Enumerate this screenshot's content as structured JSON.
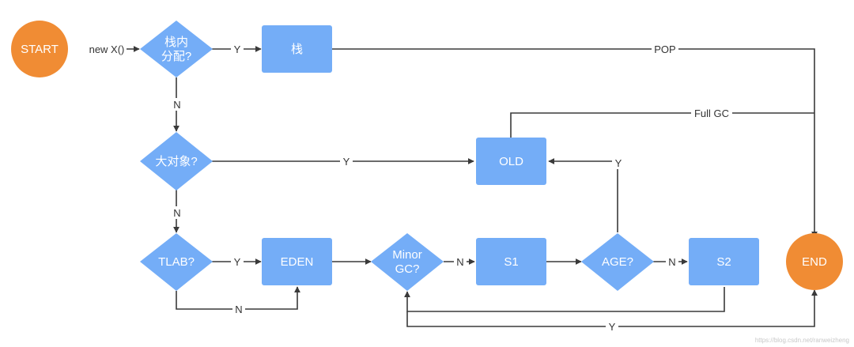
{
  "colors": {
    "terminal": "#F08C34",
    "process": "#74ADF7",
    "decision": "#74ADF7",
    "line": "#3a3a3a",
    "text_on_shape": "#ffffff",
    "label": "#333333"
  },
  "nodes": {
    "start": "START",
    "stack_decision": [
      "栈内",
      "分配?"
    ],
    "stack": "栈",
    "big_object_decision": "大对象?",
    "old": "OLD",
    "tlab_decision": "TLAB?",
    "eden": "EDEN",
    "minor_gc_decision": [
      "Minor",
      "GC?"
    ],
    "s1": "S1",
    "age_decision": "AGE?",
    "s2": "S2",
    "end": "END"
  },
  "edge_labels": {
    "new_x": "new X()",
    "stack_yes": "Y",
    "pop": "POP",
    "stack_no": "N",
    "big_yes": "Y",
    "big_no": "N",
    "full_gc": "Full GC",
    "age_yes": "Y",
    "tlab_yes": "Y",
    "tlab_no": "N",
    "minor_no": "N",
    "age_no": "N",
    "loop_yes": "Y"
  },
  "watermark": "https://blog.csdn.net/ranweizheng"
}
